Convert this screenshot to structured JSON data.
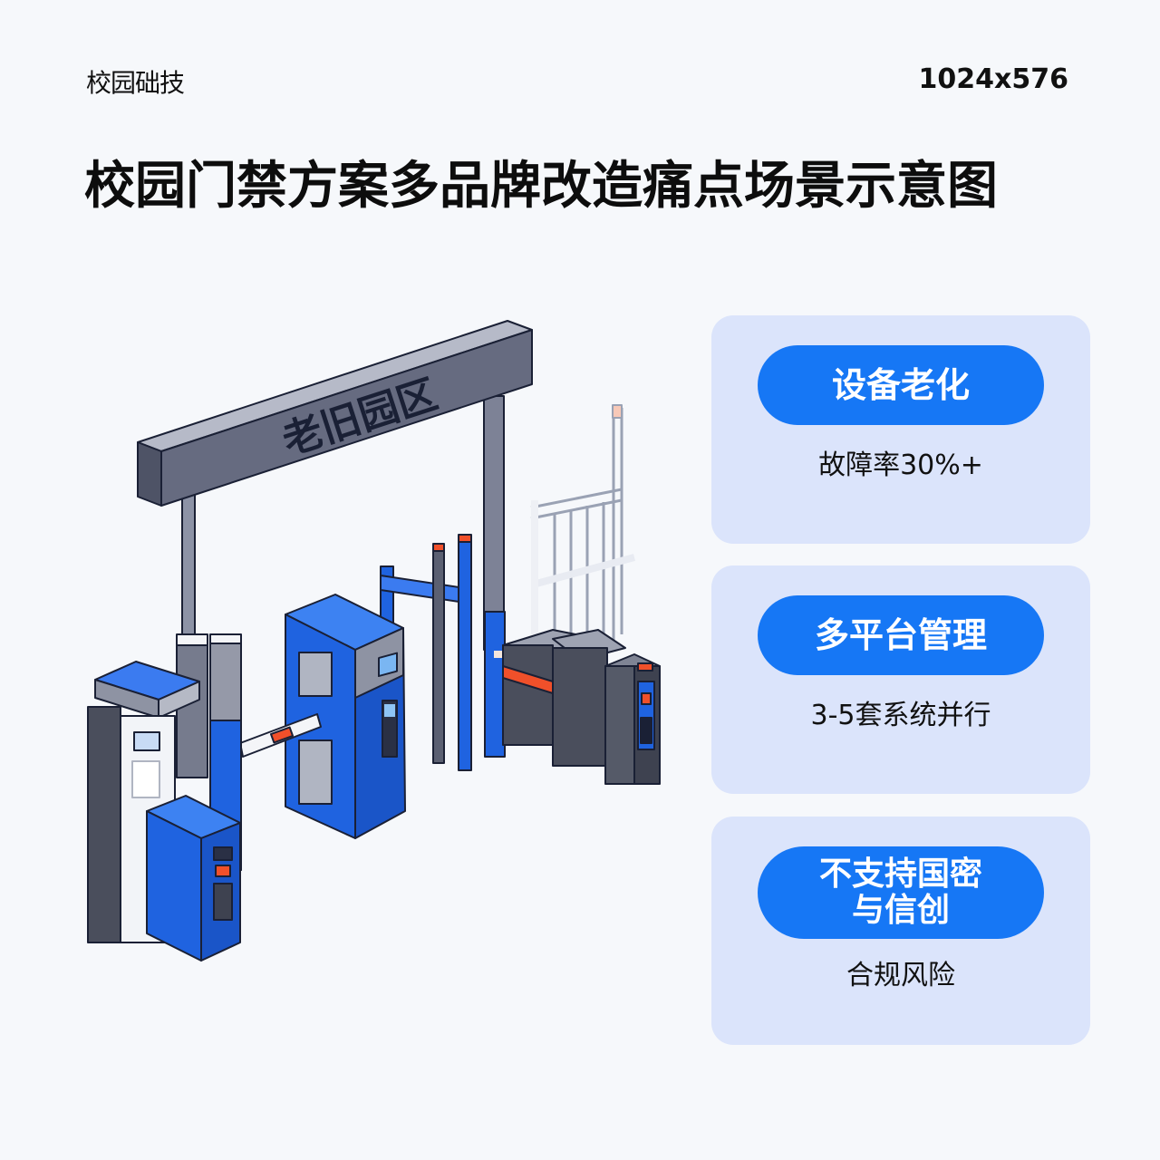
{
  "header": {
    "brand": "校园础技",
    "size_label": "1024x576",
    "title": "校园门禁方案多品牌改造痛点场景示意图"
  },
  "illustration": {
    "sign_text": "老旧园区",
    "description": "Isometric old campus gate with sign arch, security booth, blue kiosks, barrier arm, turnstile and fence",
    "colors": {
      "sign_gray": "#5f6478",
      "device_blue": "#1f63e0",
      "device_dark": "#4a4e5c",
      "accent_orange": "#f0502a"
    }
  },
  "cards": [
    {
      "title": "设备老化",
      "title_lines": [
        "设备老化"
      ],
      "subtitle": "故障率30%+"
    },
    {
      "title": "多平台管理",
      "title_lines": [
        "多平台管理"
      ],
      "subtitle": "3-5套系统并行"
    },
    {
      "title": "不支持国密与信创",
      "title_lines": [
        "不支持国密",
        "与信创"
      ],
      "subtitle": "合规风险"
    }
  ],
  "colors": {
    "background": "#f6f8fb",
    "card_bg": "#dbe4fb",
    "pill_bg": "#1677f5",
    "pill_text": "#ffffff",
    "text": "#111111"
  }
}
